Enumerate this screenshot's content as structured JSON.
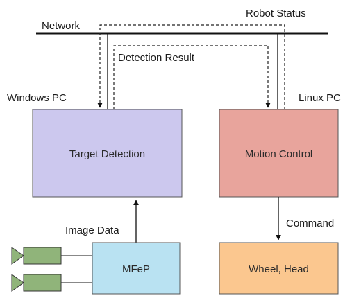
{
  "labels": {
    "network": "Network",
    "robot_status": "Robot Status",
    "detection_result": "Detection Result",
    "windows_pc": "Windows PC",
    "linux_pc": "Linux PC",
    "image_data": "Image Data",
    "command": "Command"
  },
  "boxes": {
    "target_detection": {
      "label": "Target Detection",
      "fill": "#ccc8ee"
    },
    "motion_control": {
      "label": "Motion Control",
      "fill": "#e8a49c"
    },
    "mfep": {
      "label": "MFeP",
      "fill": "#b9e2f2"
    },
    "wheel_head": {
      "label": "Wheel, Head",
      "fill": "#fbc78f"
    }
  },
  "cameras": {
    "count": 2,
    "fill": "#90b47a"
  }
}
